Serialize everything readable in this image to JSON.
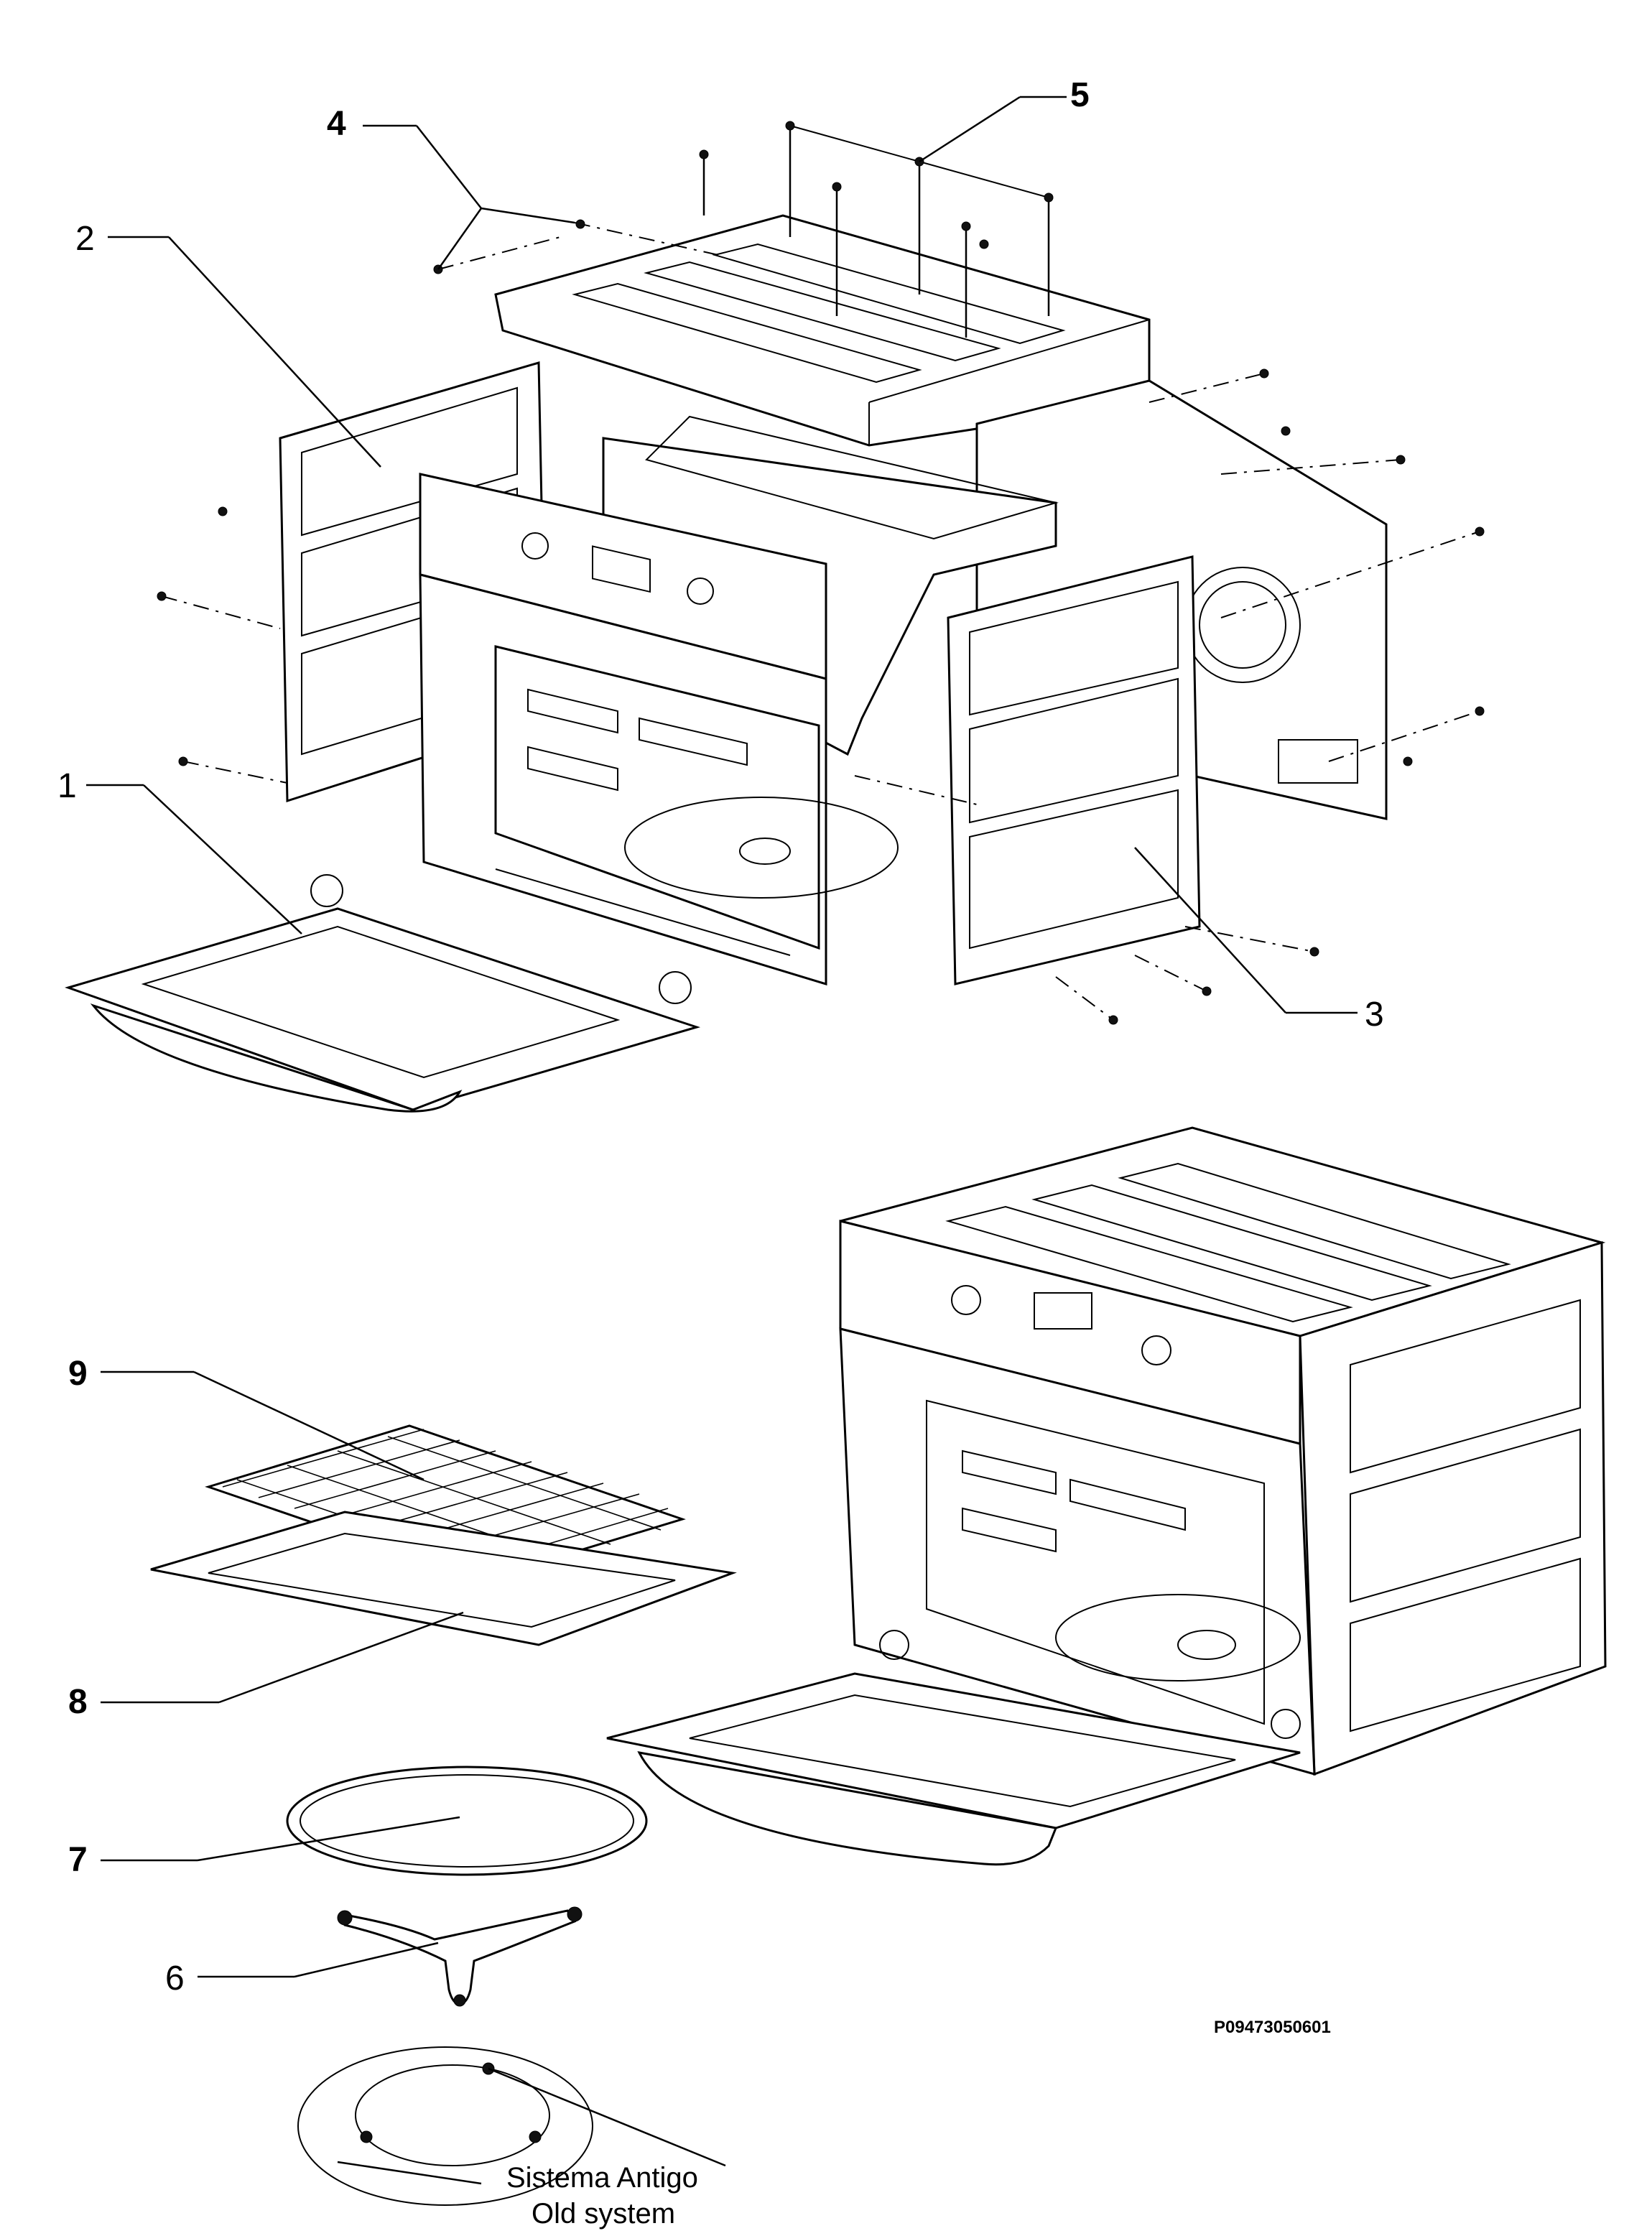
{
  "callouts": {
    "c1": "1",
    "c2": "2",
    "c3": "3",
    "c4": "4",
    "c5": "5",
    "c6": "6",
    "c7": "7",
    "c8": "8",
    "c9": "9"
  },
  "drawing_code": "P09473050601",
  "old_system": {
    "line1": "Sistema Antigo",
    "line2": "Old system"
  }
}
